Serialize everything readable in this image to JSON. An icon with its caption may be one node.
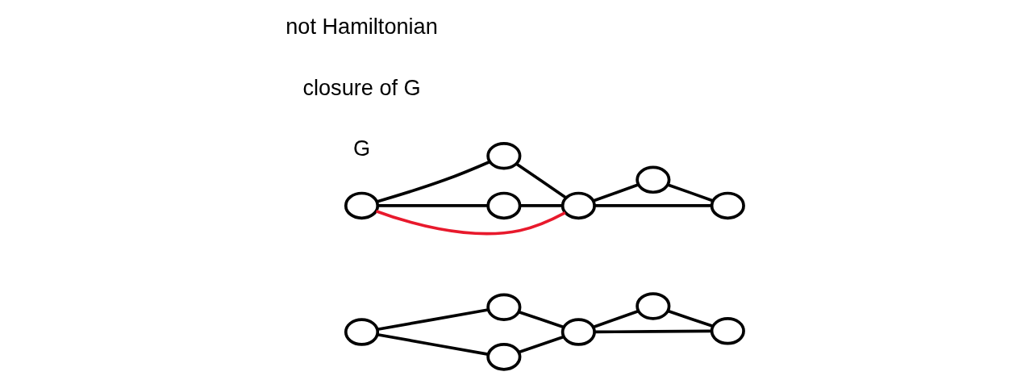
{
  "diagram": {
    "nodes": [
      {
        "text": [],
        "shape": "circle"
      },
      {
        "text": [],
        "shape": "circle"
      },
      {
        "text": [],
        "shape": "circle"
      },
      {
        "text": [],
        "shape": "circle"
      },
      {
        "text": [],
        "shape": "circle"
      },
      {
        "text": [],
        "shape": "circle"
      },
      {
        "text": [],
        "shape": "circle"
      },
      {
        "text": [],
        "shape": "circle"
      },
      {
        "text": [],
        "shape": "circle"
      },
      {
        "text": [],
        "shape": "circle"
      },
      {
        "text": [],
        "shape": "circle"
      },
      {
        "text": [],
        "shape": "circle"
      }
    ],
    "edges": [
      {
        "from": 0,
        "to": 1,
        "arrow": "none"
      },
      {
        "from": 0,
        "to": 2,
        "arrow": "none"
      },
      {
        "from": 1,
        "to": 3,
        "arrow": "none"
      },
      {
        "from": 2,
        "to": 3,
        "arrow": "none"
      },
      {
        "from": 3,
        "to": 4,
        "arrow": "none"
      },
      {
        "from": 3,
        "to": 5,
        "arrow": "none"
      },
      {
        "from": 4,
        "to": 5,
        "arrow": "none"
      },
      {
        "from": 6,
        "to": 7,
        "arrow": "none"
      },
      {
        "from": 6,
        "to": 8,
        "arrow": "none"
      },
      {
        "from": 7,
        "to": 9,
        "arrow": "none"
      },
      {
        "from": 8,
        "to": 9,
        "arrow": "none"
      },
      {
        "from": 9,
        "to": 10,
        "arrow": "none"
      },
      {
        "from": 9,
        "to": 11,
        "arrow": "none"
      },
      {
        "from": 10,
        "to": 11,
        "arrow": "none"
      },
      {
        "from": 6,
        "to": 9,
        "arrow": "none",
        "color": "#e8192c"
      }
    ],
    "labels": [
      "G",
      "closure of G",
      "not Hamiltonian"
    ]
  }
}
